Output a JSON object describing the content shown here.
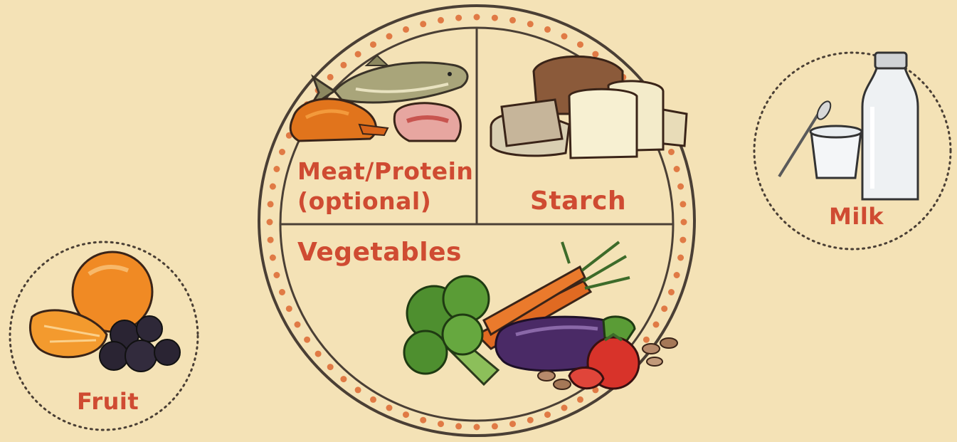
{
  "plate": {
    "sections": {
      "meat_line1": "Meat/Protein",
      "meat_line2": "(optional)",
      "starch": "Starch",
      "vegetables": "Vegetables"
    }
  },
  "sides": {
    "fruit": "Fruit",
    "milk": "Milk"
  },
  "colors": {
    "background": "#f4e2b6",
    "label": "#cf4b32",
    "plate_line": "#4a3f35",
    "dots": "#e07a45"
  },
  "icons": [
    "fish-icon",
    "roast-chicken-icon",
    "steak-icon",
    "bread-icon",
    "broccoli-icon",
    "carrots-icon",
    "eggplant-icon",
    "tomato-icon",
    "beans-icon",
    "orange-icon",
    "blackberries-icon",
    "yogurt-cup-icon",
    "spoon-icon",
    "milk-bottle-icon"
  ]
}
